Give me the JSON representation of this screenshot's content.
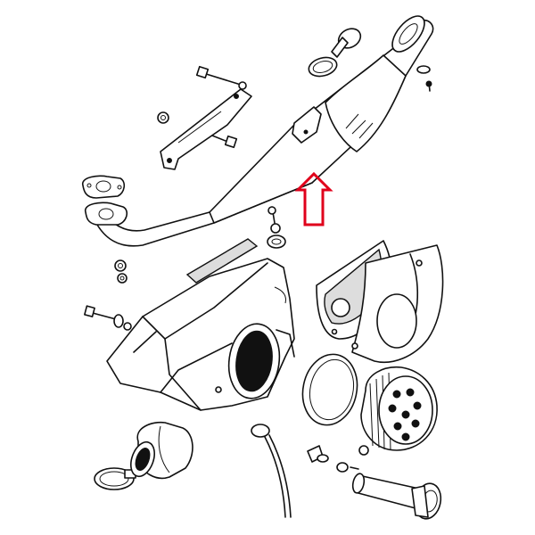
{
  "diagram": {
    "type": "exploded-parts-drawing",
    "background": "#ffffff",
    "line_color": "#111111",
    "highlight": {
      "shape": "arrow-up-outline",
      "color": "#e0001b",
      "target": "exhaust-pipe"
    },
    "parts": [
      "exhaust-pipe",
      "exhaust-silencer-end",
      "mounting-bracket",
      "exhaust-gasket",
      "air-filter-housing",
      "fan-cover",
      "air-filter-element",
      "hose-clamp",
      "intake-rubber-boot",
      "fuel-hose",
      "end-cap"
    ]
  }
}
